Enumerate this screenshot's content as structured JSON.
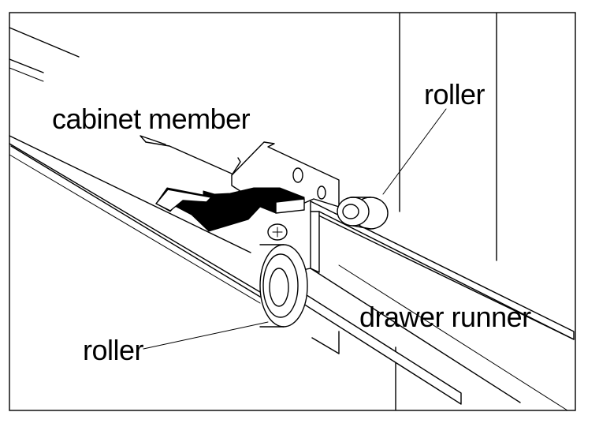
{
  "labels": {
    "cabinet_member": "cabinet member",
    "roller_top": "roller",
    "drawer_runner": "drawer runner",
    "roller_bottom": "roller"
  }
}
